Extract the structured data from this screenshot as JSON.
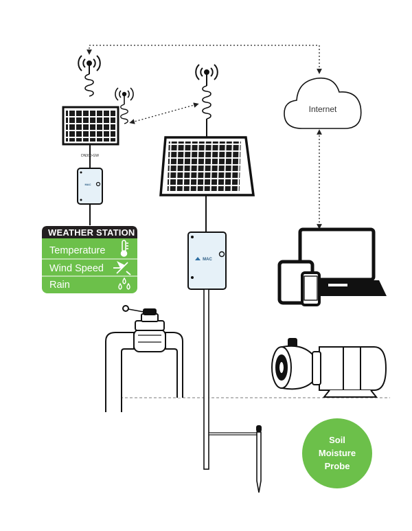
{
  "gateway": {
    "label": "DN300-GW"
  },
  "weather_station": {
    "title": "WEATHER STATION",
    "items": [
      {
        "label": "Temperature",
        "icon": "thermometer-icon"
      },
      {
        "label": "Wind Speed",
        "icon": "wind-vane-icon"
      },
      {
        "label": "Rain",
        "icon": "raindrops-icon"
      }
    ],
    "header_color": "#231f20",
    "body_color": "#6cc04a"
  },
  "internet": {
    "label": "Internet"
  },
  "logger": {
    "brand": "MAC"
  },
  "probe": {
    "lines": [
      "Soil",
      "Moisture",
      "Probe"
    ],
    "color": "#6cc04a"
  }
}
